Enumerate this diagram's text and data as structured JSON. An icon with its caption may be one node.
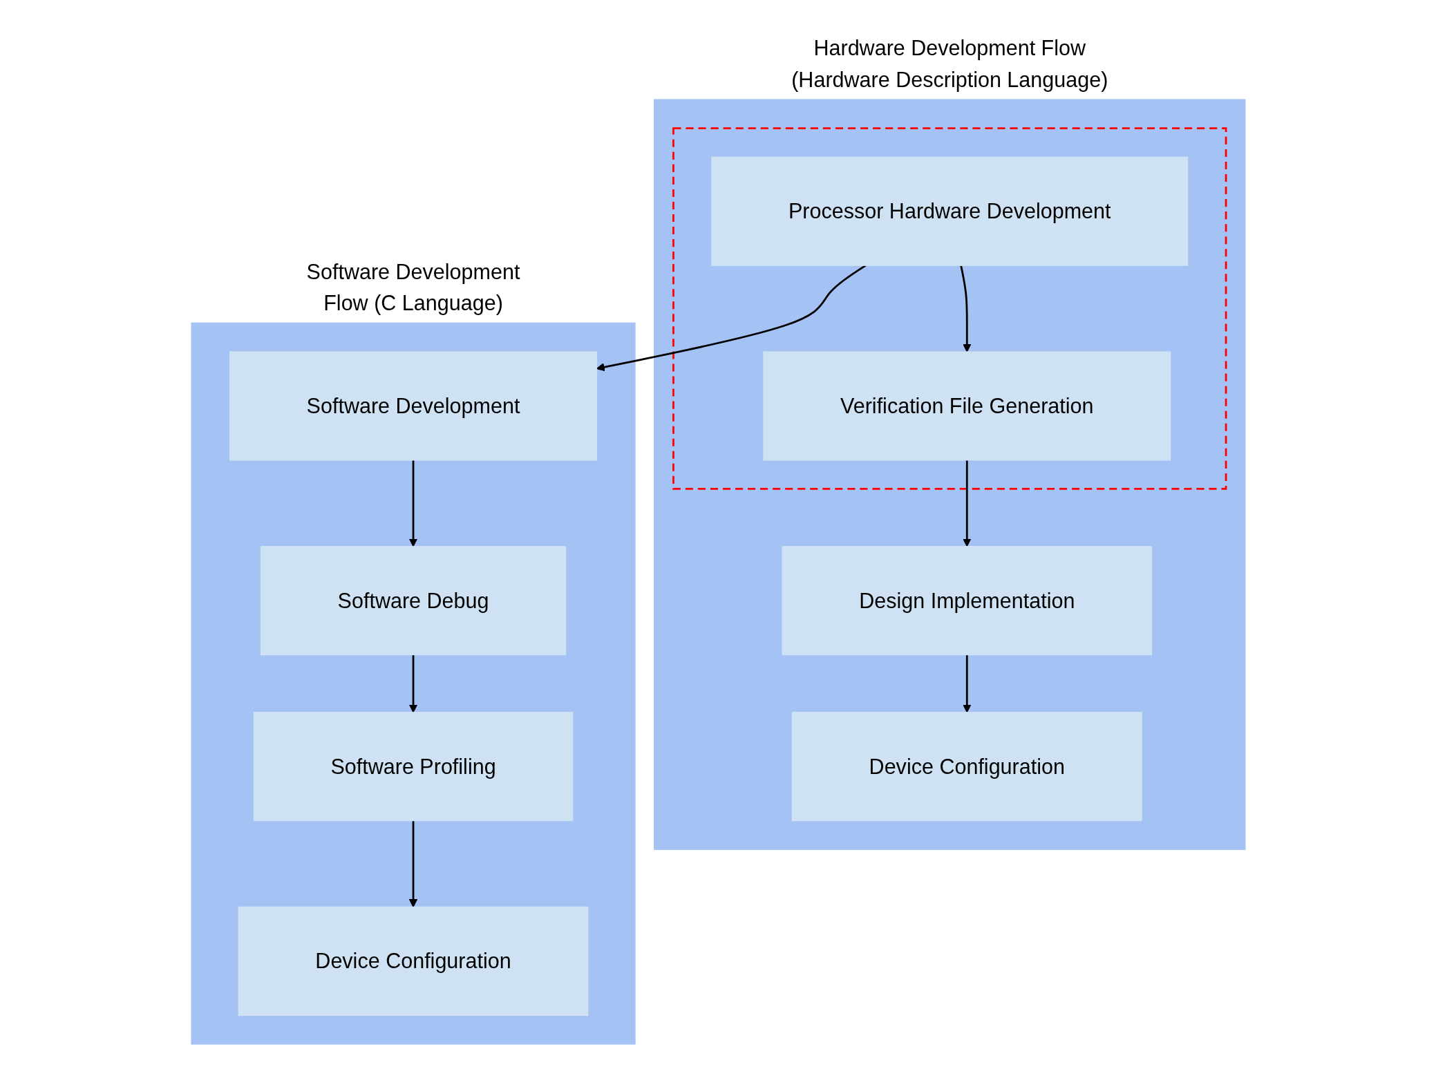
{
  "diagram": {
    "nodes": [
      {
        "text": [
          "Hardware Development Flow (Hardware Description Language)"
        ]
      },
      {
        "text": [],
        "shape": "box",
        "in": 0
      },
      {
        "text": [
          "Processor Hardware Development"
        ],
        "in": 1
      },
      {
        "text": [
          "Verification File Generation"
        ],
        "in": 1
      },
      {
        "text": [
          "Design Implementation"
        ],
        "in": 0
      },
      {
        "text": [
          "Device Configuration"
        ],
        "in": 0
      },
      {
        "text": [
          "Software Development Flow (C Language)"
        ]
      },
      {
        "text": [
          "Software Development"
        ],
        "in": 6
      },
      {
        "text": [
          "Software Debug"
        ],
        "in": 6
      },
      {
        "text": [
          "Software Profiling"
        ],
        "in": 6
      },
      {
        "text": [
          "Device Configuration"
        ],
        "in": 6
      }
    ],
    "edges": [
      {
        "from": 2,
        "to": 3,
        "arrow": "to"
      },
      {
        "from": 3,
        "to": 4,
        "arrow": "to"
      },
      {
        "from": 4,
        "to": 5,
        "arrow": "to"
      },
      {
        "from": 2,
        "to": 7,
        "arrow": "to"
      },
      {
        "from": 7,
        "to": 8,
        "arrow": "to"
      },
      {
        "from": 8,
        "to": 9,
        "arrow": "to"
      },
      {
        "from": 9,
        "to": 10,
        "arrow": "to"
      }
    ]
  }
}
